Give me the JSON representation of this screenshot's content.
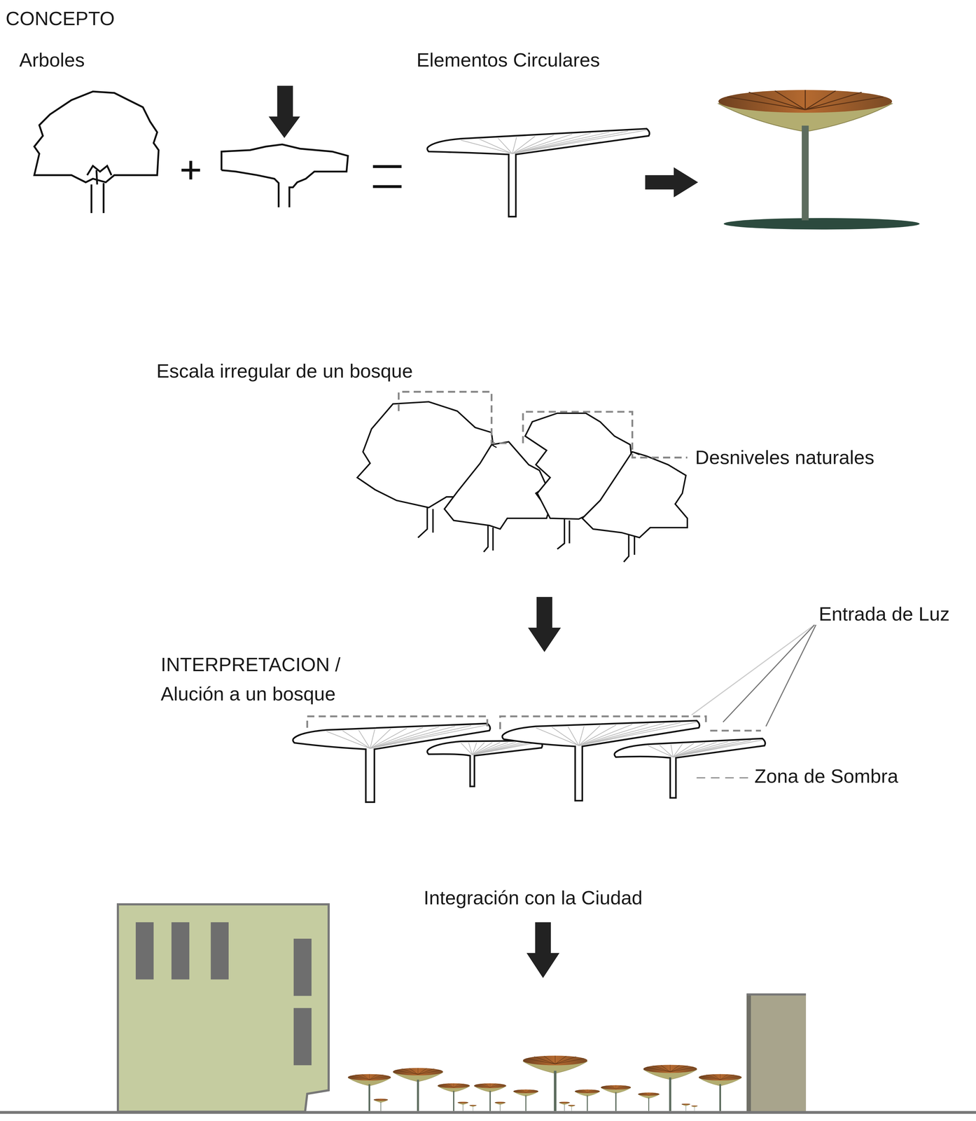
{
  "diagram": {
    "title": "CONCEPTO",
    "labels": [
      "Arboles",
      "Elementos Circulares",
      "Escala irregular de un bosque",
      "Desniveles naturales",
      "Entrada de Luz",
      "INTERPRETACION / Alución a un bosque",
      "Zona de Sombra",
      "Integración con la Ciudad"
    ]
  }
}
